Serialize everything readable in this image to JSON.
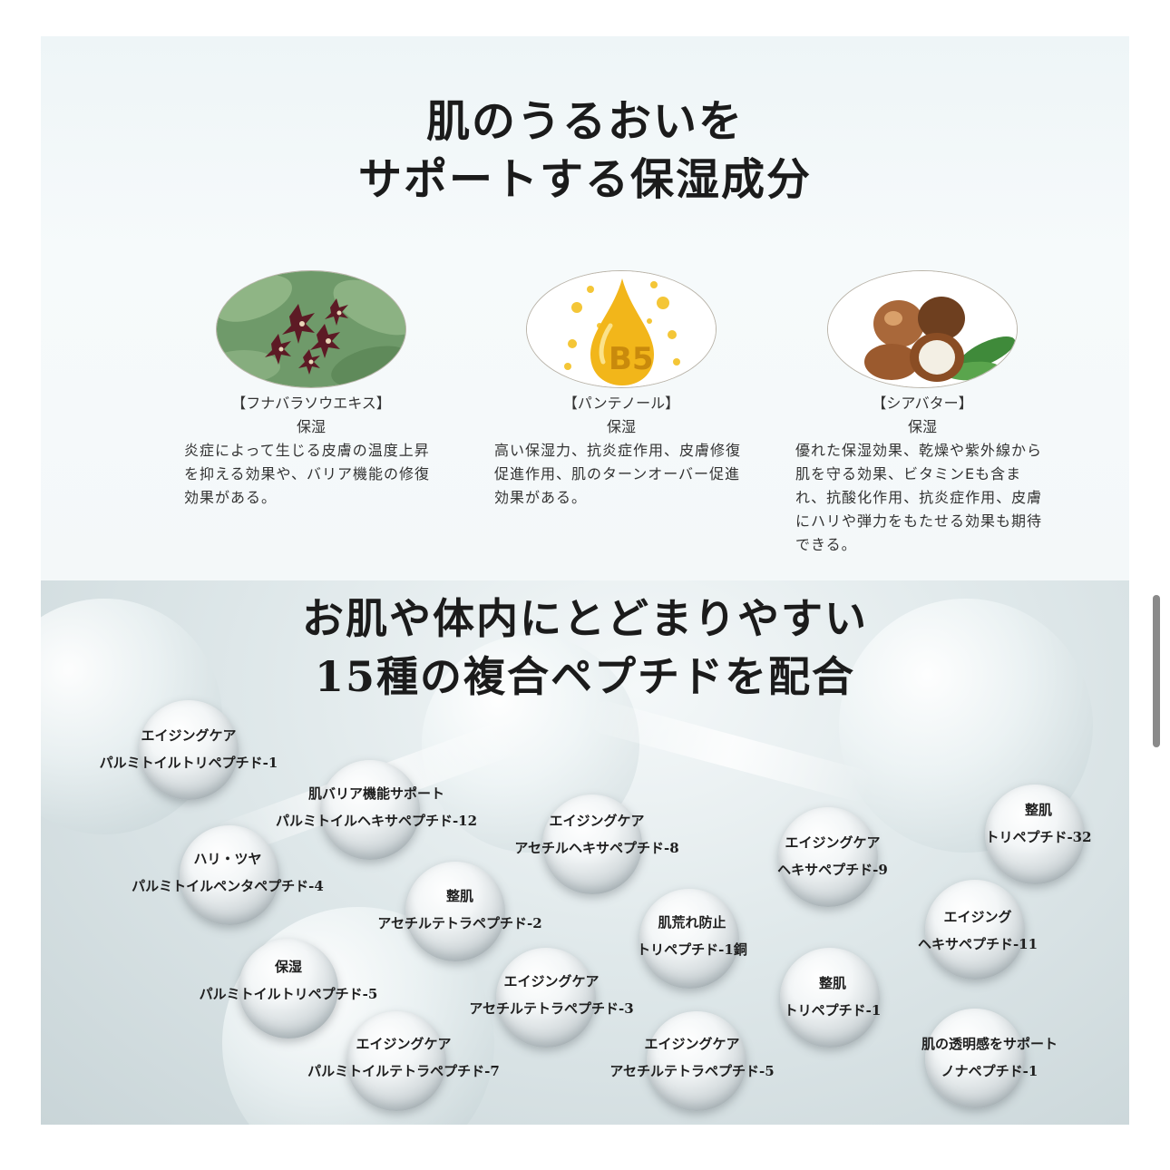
{
  "top": {
    "title_line1": "肌のうるおいを",
    "title_line2": "サポートする保湿成分",
    "ingredients": [
      {
        "name": "【フナバラソウエキス】",
        "type": "保湿",
        "desc": "炎症によって生じる皮膚の温度上昇を抑える効果や、バリア機能の修復効果がある。"
      },
      {
        "name": "【パンテノール】",
        "type": "保湿",
        "desc": "高い保湿力、抗炎症作用、皮膚修復促進作用、肌のターンオーバー促進効果がある。",
        "badge": "B5"
      },
      {
        "name": "【シアバター】",
        "type": "保湿",
        "desc": "優れた保湿効果、乾燥や紫外線から肌を守る効果、ビタミンEも含まれ、抗酸化作用、抗炎症作用、皮膚にハリや弾力をもたせる効果も期待できる。"
      }
    ]
  },
  "bottom": {
    "title_line1": "お肌や体内にとどまりやすい",
    "title_line2": "15種の複合ペプチドを配合",
    "peptides": [
      {
        "category": "エイジングケア",
        "name": "パルミトイルトリペプチド-1"
      },
      {
        "category": "肌バリア機能サポート",
        "name": "パルミトイルヘキサペプチド-12"
      },
      {
        "category": "エイジングケア",
        "name": "アセチルヘキサペプチド-8"
      },
      {
        "category": "エイジングケア",
        "name": "ヘキサペプチド-9"
      },
      {
        "category": "整肌",
        "name": "トリペプチド-32"
      },
      {
        "category": "ハリ・ツヤ",
        "name": "パルミトイルペンタペプチド-4"
      },
      {
        "category": "整肌",
        "name": "アセチルテトラペプチド-2"
      },
      {
        "category": "肌荒れ防止",
        "name": "トリペプチド-1銅"
      },
      {
        "category": "エイジング",
        "name": "ヘキサペプチド-11"
      },
      {
        "category": "保湿",
        "name": "パルミトイルトリペプチド-5"
      },
      {
        "category": "エイジングケア",
        "name": "アセチルテトラペプチド-3"
      },
      {
        "category": "整肌",
        "name": "トリペプチド-1"
      },
      {
        "category": "エイジングケア",
        "name": "パルミトイルテトラペプチド-7"
      },
      {
        "category": "エイジングケア",
        "name": "アセチルテトラペプチド-5"
      },
      {
        "category": "肌の透明感をサポート",
        "name": "ノナペプチド-1"
      }
    ]
  },
  "colors": {
    "title": "#1b1b1b",
    "panel_top": "#f4f8f9",
    "panel_bottom": "#dfe8ea",
    "flower": "#5d1a25",
    "gold": "#f2b61a"
  },
  "icons": [
    "flower-image",
    "vitamin-b5-drop-image",
    "shea-nut-image"
  ]
}
